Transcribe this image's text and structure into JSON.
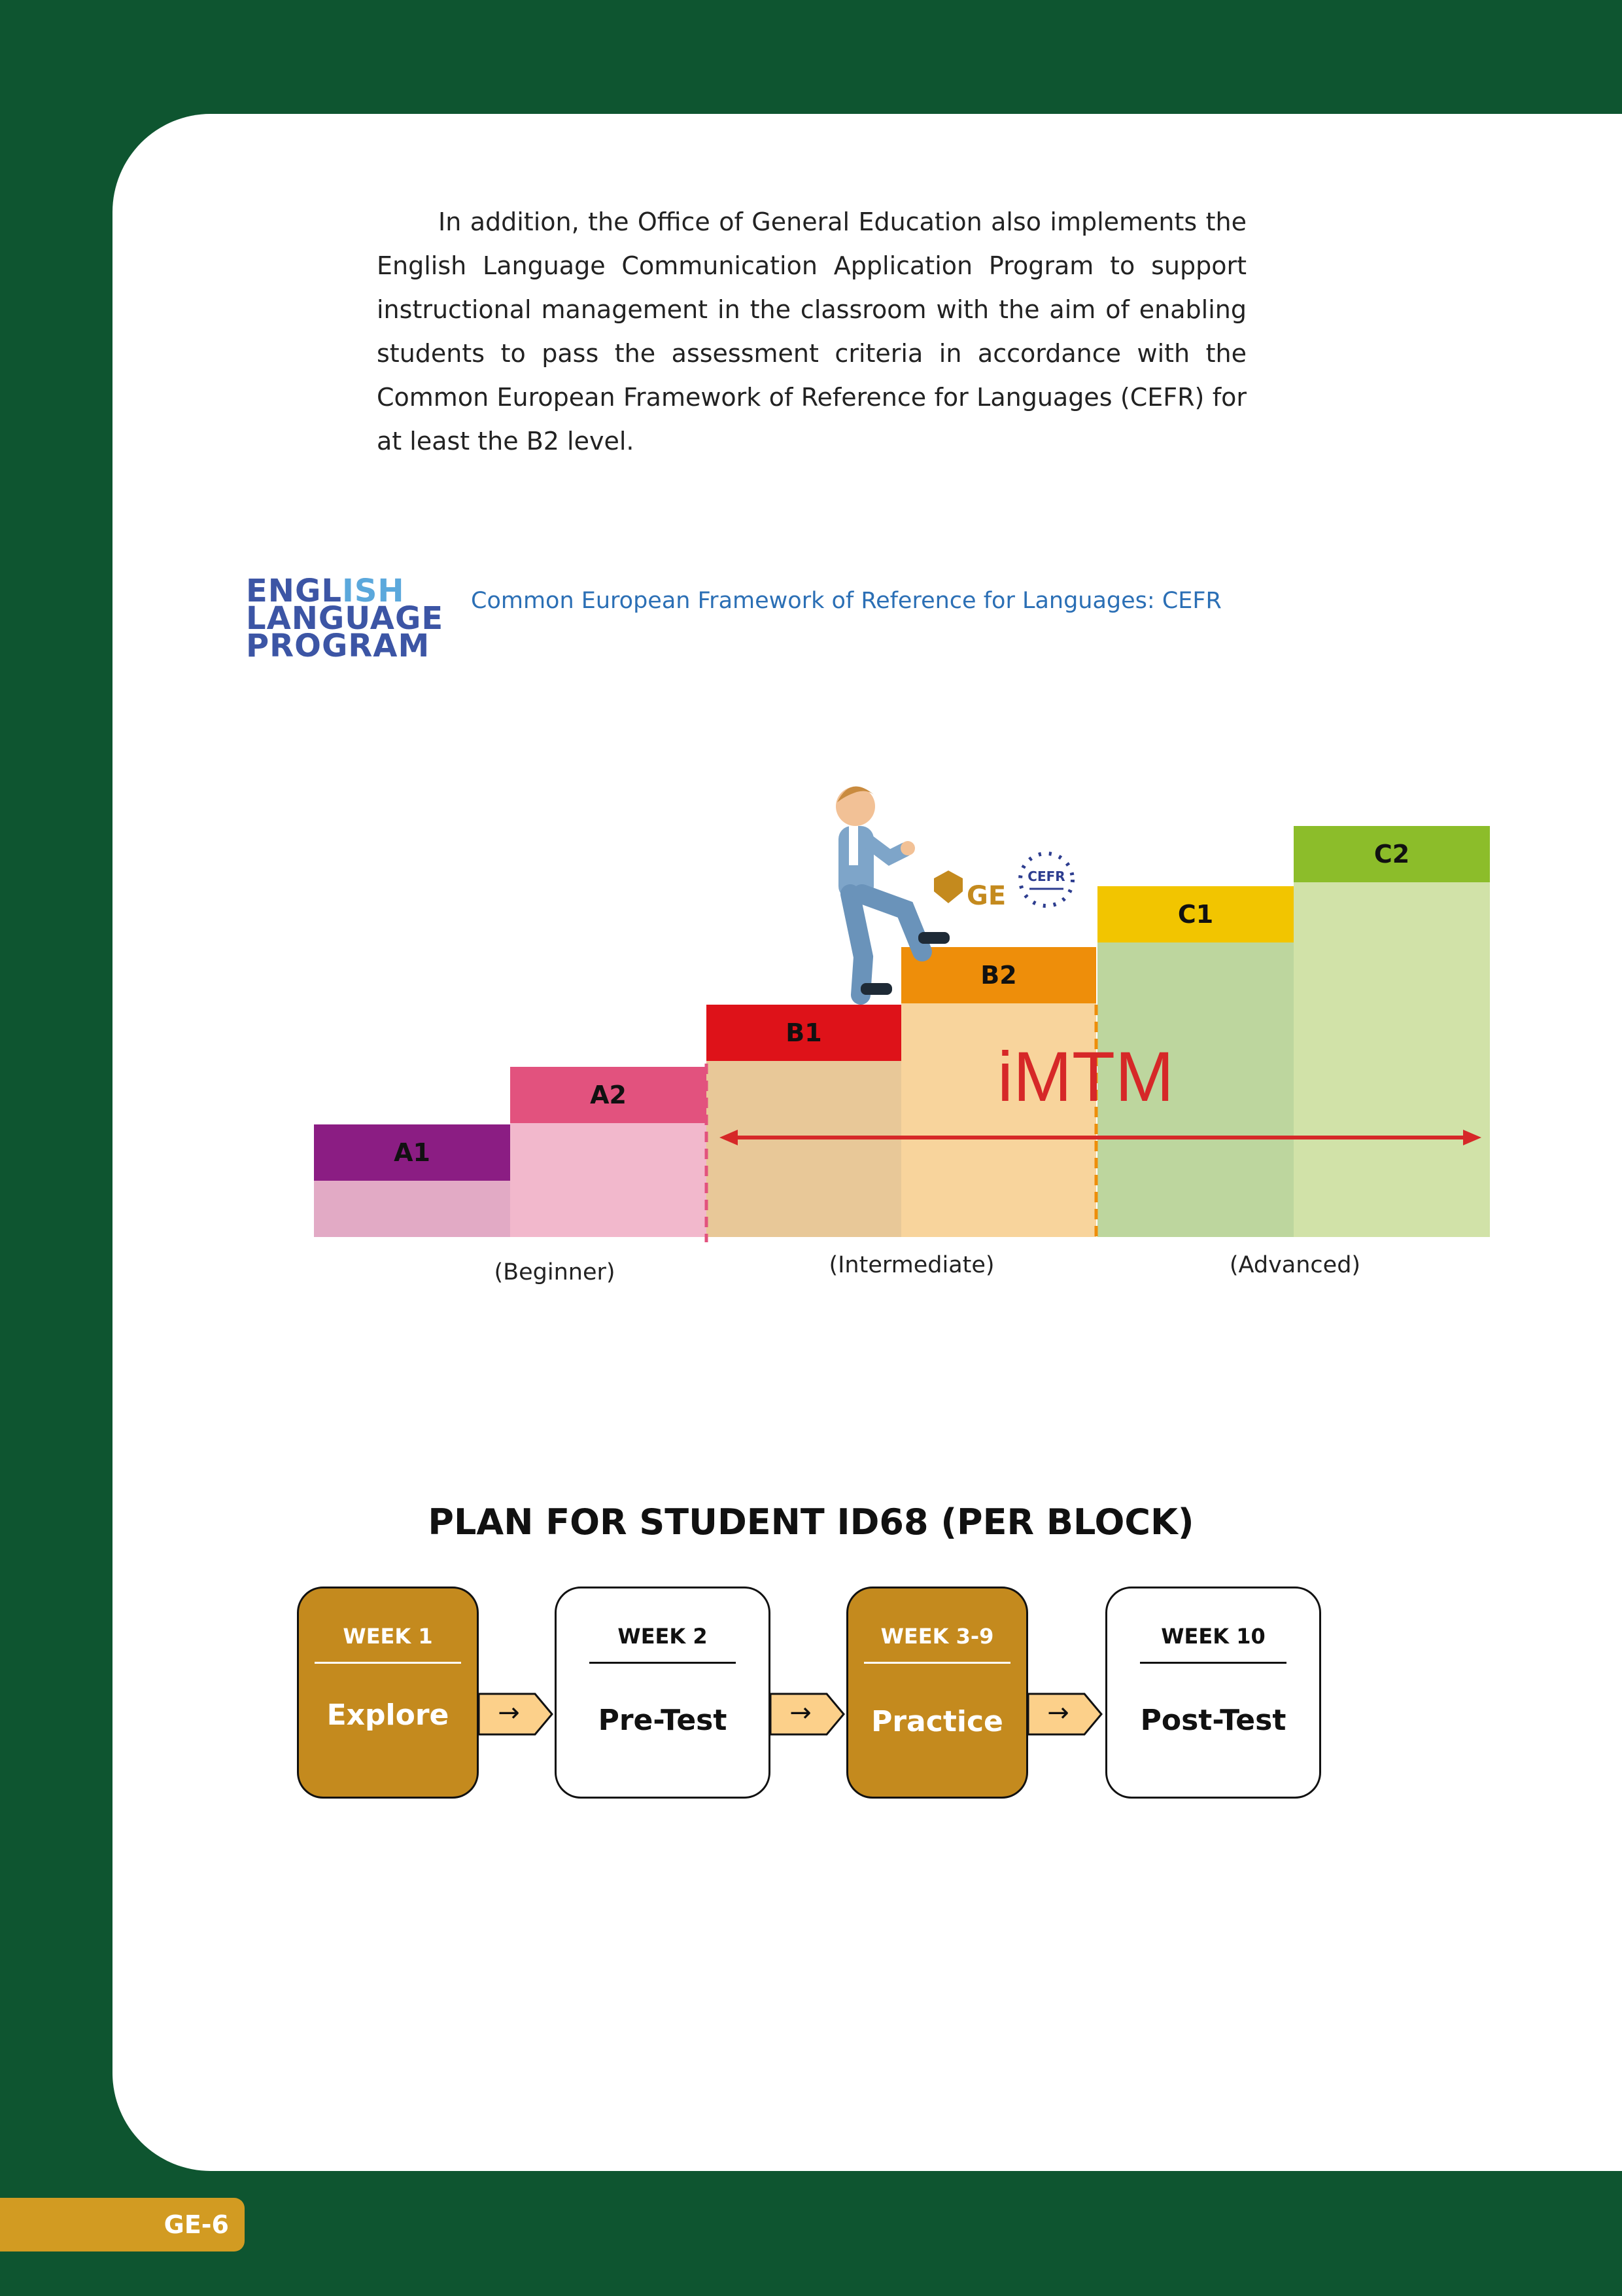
{
  "intro": {
    "paragraph": "In addition, the Office of General Education also implements the English Language Communication Application Program to support instructional management in the classroom with the aim of enabling students to pass the assessment criteria in accordance with the Common European Framework of Reference for Languages (CEFR) for at least the B2 level."
  },
  "logo": {
    "line1_a": "ENGL",
    "line1_b": "ISH",
    "line2": "LANGUAGE",
    "line3": "PROGRAM"
  },
  "cefr": {
    "heading": "Common European Framework of Reference for Languages: CEFR",
    "levels": [
      {
        "label": "A1",
        "color": "#8b1d83",
        "base": "#e2aac5"
      },
      {
        "label": "A2",
        "color": "#e2527e",
        "base": "#f2b8cc"
      },
      {
        "label": "B1",
        "color": "#de1219",
        "base": "#e8c898"
      },
      {
        "label": "B2",
        "color": "#ee8e0a",
        "base": "#f8d49c"
      },
      {
        "label": "C1",
        "color": "#f2c500",
        "base": "#bdd69e"
      },
      {
        "label": "C2",
        "color": "#8cbd2a",
        "base": "#d1e2a8"
      }
    ],
    "groups": [
      "(Beginner)",
      "(Intermediate)",
      "(Advanced)"
    ],
    "range_label": "iMTM",
    "range_color": "#d62828",
    "badge_ge": "GE",
    "badge_cefr": "CEFR"
  },
  "plan": {
    "title": "PLAN FOR STUDENT ID68 (PER BLOCK)",
    "steps": [
      {
        "week": "WEEK 1",
        "name": "Explore"
      },
      {
        "week": "WEEK 2",
        "name": "Pre-Test"
      },
      {
        "week": "WEEK 3-9",
        "name": "Practice"
      },
      {
        "week": "WEEK 10",
        "name": "Post-Test"
      }
    ],
    "arrow": "→",
    "step_dark_color": "#c48a1e",
    "arrow_color": "#fcd08a"
  },
  "footer": {
    "page_number": "GE-6"
  },
  "colors": {
    "background": "#0e5530",
    "tab": "#d29b22"
  }
}
